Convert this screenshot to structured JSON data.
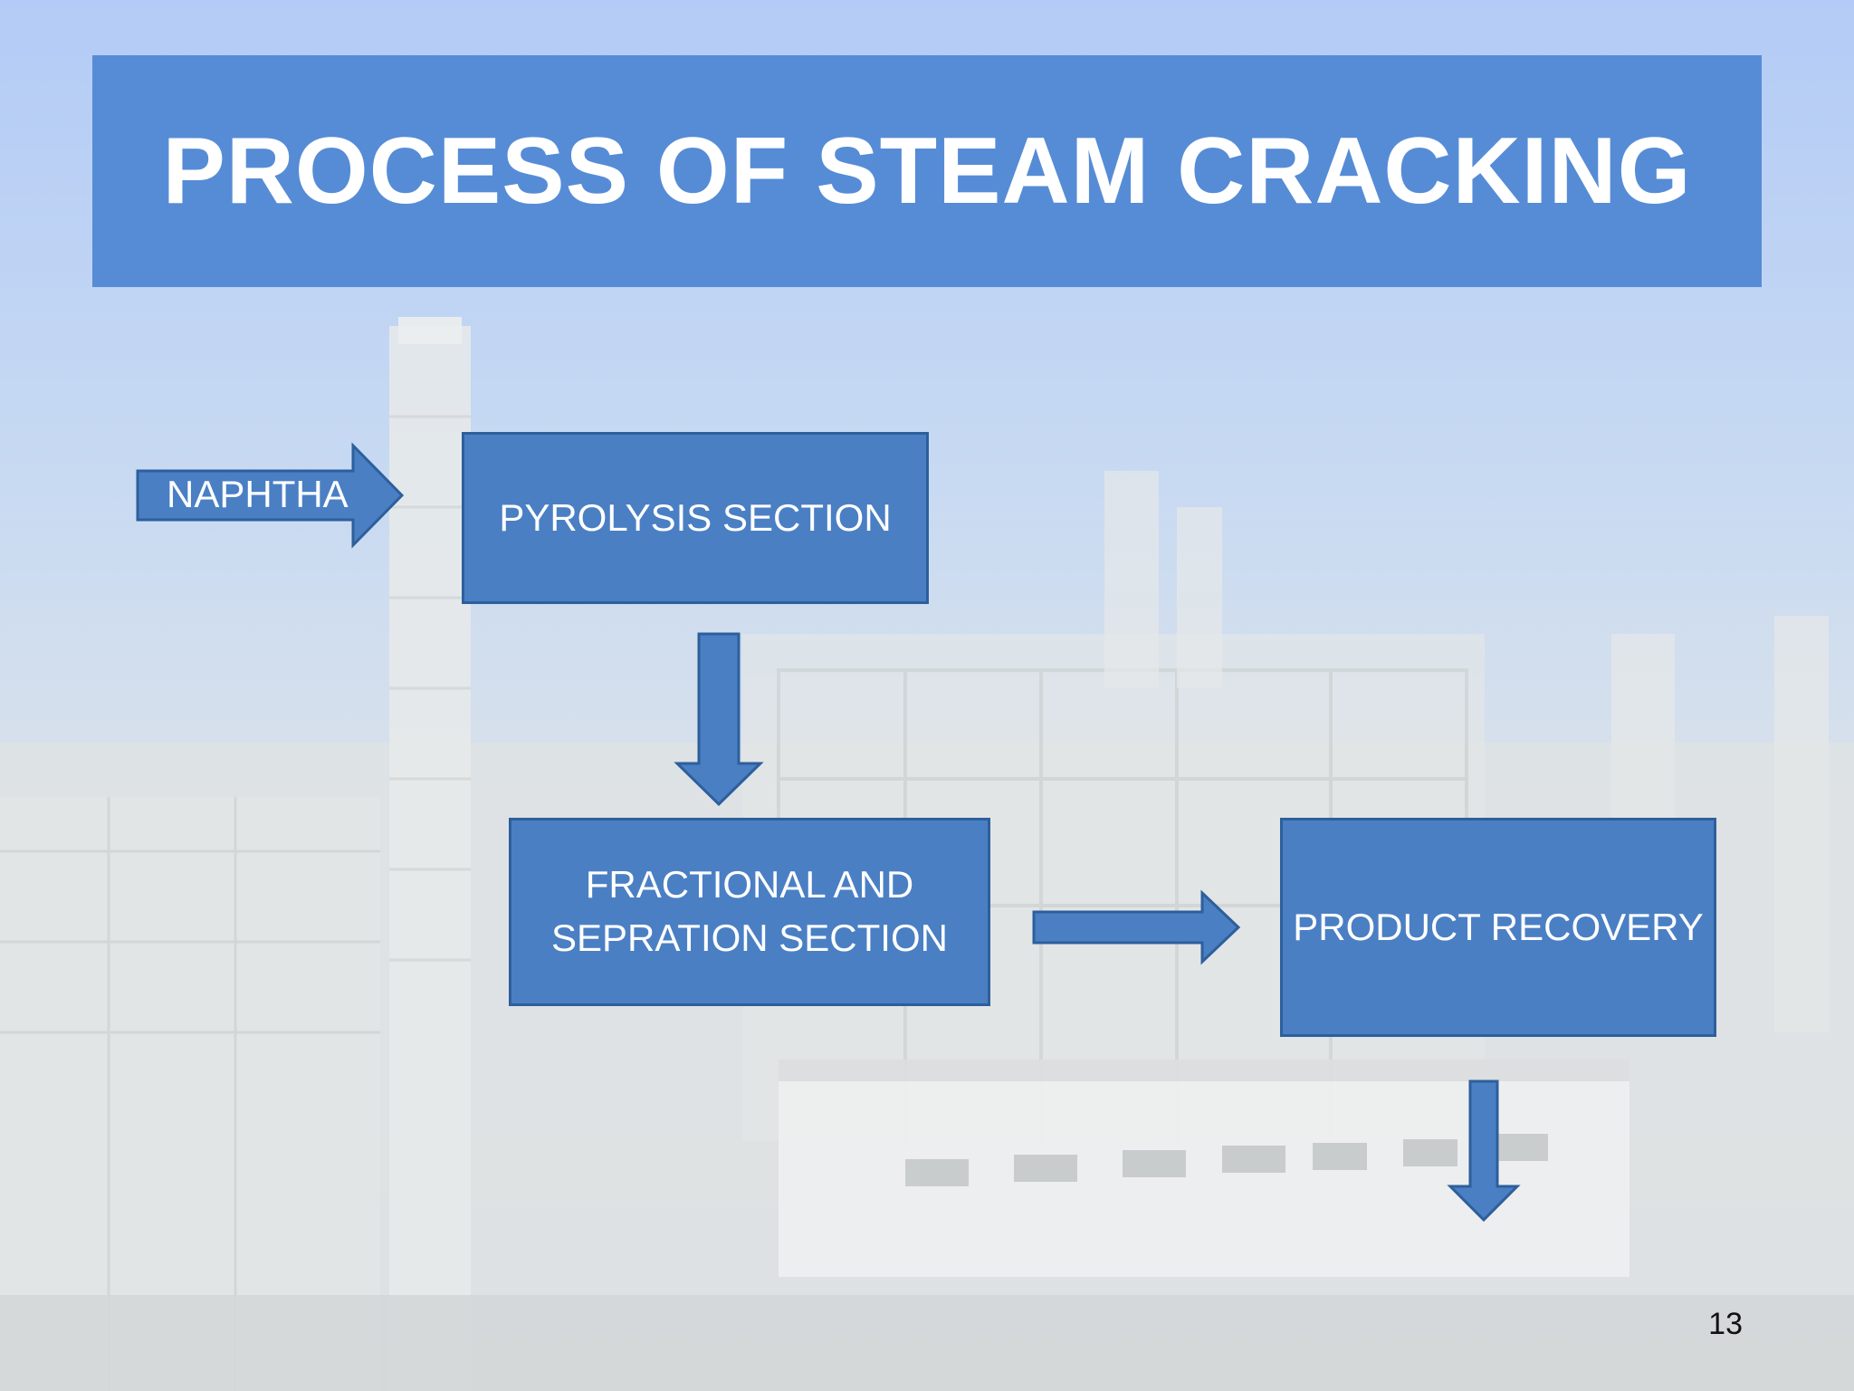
{
  "title": "PROCESS OF STEAM CRACKING",
  "input_label": "NAPHTHA",
  "steps": {
    "pyrolysis": "PYROLYSIS SECTION",
    "fractional_line1": "FRACTIONAL AND",
    "fractional_line2": "SEPRATION SECTION",
    "product": "PRODUCT RECOVERY"
  },
  "page_number": "13",
  "colors": {
    "title_bar": "#568cd6",
    "box_fill": "#4a7fc4",
    "box_border": "#2d5f9c",
    "text": "#ffffff"
  }
}
